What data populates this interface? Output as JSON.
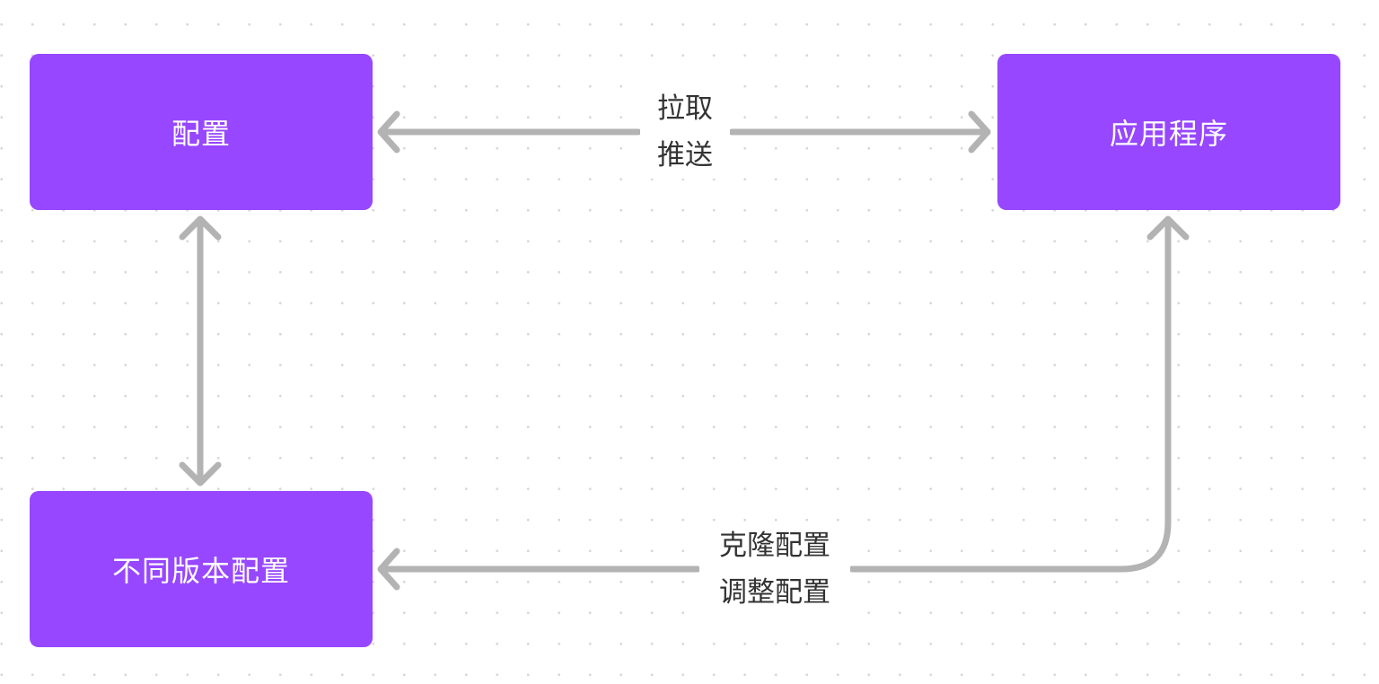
{
  "colors": {
    "node_fill": "#9747ff",
    "node_text": "#ffffff",
    "connector": "#b3b3b3",
    "label_text": "#333333",
    "grid_dot": "#d8d8d8"
  },
  "nodes": {
    "config": {
      "label": "配置"
    },
    "application": {
      "label": "应用程序"
    },
    "versioned_config": {
      "label": "不同版本配置"
    }
  },
  "edges": {
    "config_application": {
      "lines": [
        "拉取",
        "推送"
      ]
    },
    "application_versioned": {
      "lines": [
        "克隆配置",
        "调整配置"
      ]
    }
  }
}
